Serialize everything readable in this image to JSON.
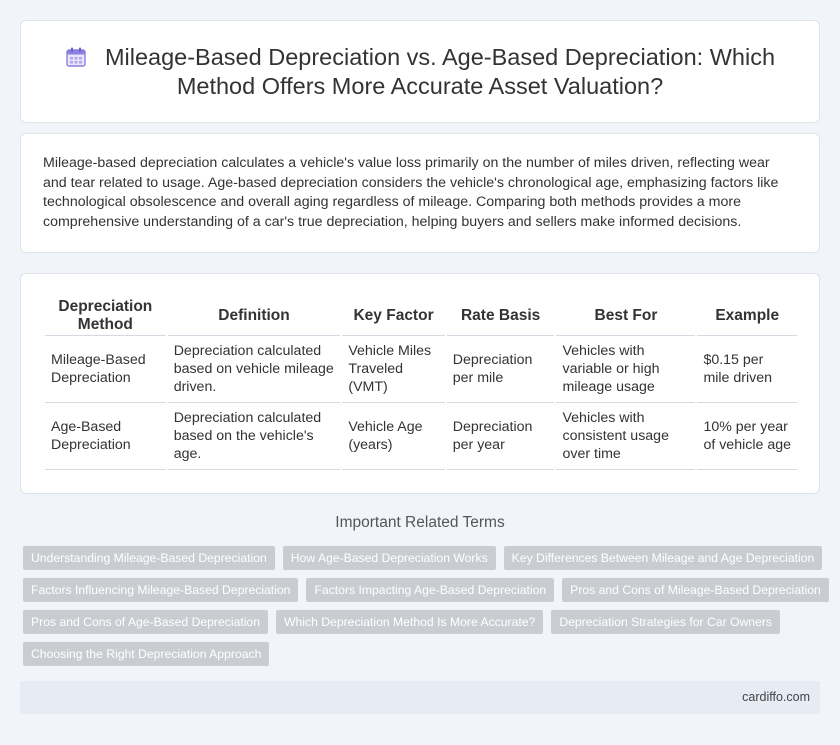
{
  "header": {
    "title_line1": "Mileage-Based Depreciation vs. Age-Based Depreciation: Which",
    "title_line2": "Method Offers More Accurate Asset Valuation?",
    "icon": "calendar-icon"
  },
  "intro": {
    "text": "Mileage-based depreciation calculates a vehicle's value loss primarily on the number of miles driven, reflecting wear and tear related to usage. Age-based depreciation considers the vehicle's chronological age, emphasizing factors like technological obsolescence and overall aging regardless of mileage. Comparing both methods provides a more comprehensive understanding of a car's true depreciation, helping buyers and sellers make informed decisions."
  },
  "table": {
    "headers": [
      "Depreciation Method",
      "Definition",
      "Key Factor",
      "Rate Basis",
      "Best For",
      "Example"
    ],
    "rows": [
      [
        "Mileage-Based Depreciation",
        "Depreciation calculated based on vehicle mileage driven.",
        "Vehicle Miles Traveled (VMT)",
        "Depreciation per mile",
        "Vehicles with variable or high mileage usage",
        "$0.15 per mile driven"
      ],
      [
        "Age-Based Depreciation",
        "Depreciation calculated based on the vehicle's age.",
        "Vehicle Age (years)",
        "Depreciation per year",
        "Vehicles with consistent usage over time",
        "10% per year of vehicle age"
      ]
    ]
  },
  "related": {
    "heading": "Important Related Terms",
    "tags": [
      "Understanding Mileage-Based Depreciation",
      "How Age-Based Depreciation Works",
      "Key Differences Between Mileage and Age Depreciation",
      "Factors Influencing Mileage-Based Depreciation",
      "Factors Impacting Age-Based Depreciation",
      "Pros and Cons of Mileage-Based Depreciation",
      "Pros and Cons of Age-Based Depreciation",
      "Which Depreciation Method Is More Accurate?",
      "Depreciation Strategies for Car Owners",
      "Choosing the Right Depreciation Approach"
    ]
  },
  "footer": {
    "site": "cardiffo.com"
  },
  "colors": {
    "tag_bg": "#c9ccd1",
    "page_bg": "#f1f4f9",
    "icon_accent": "#7b6fd6"
  }
}
